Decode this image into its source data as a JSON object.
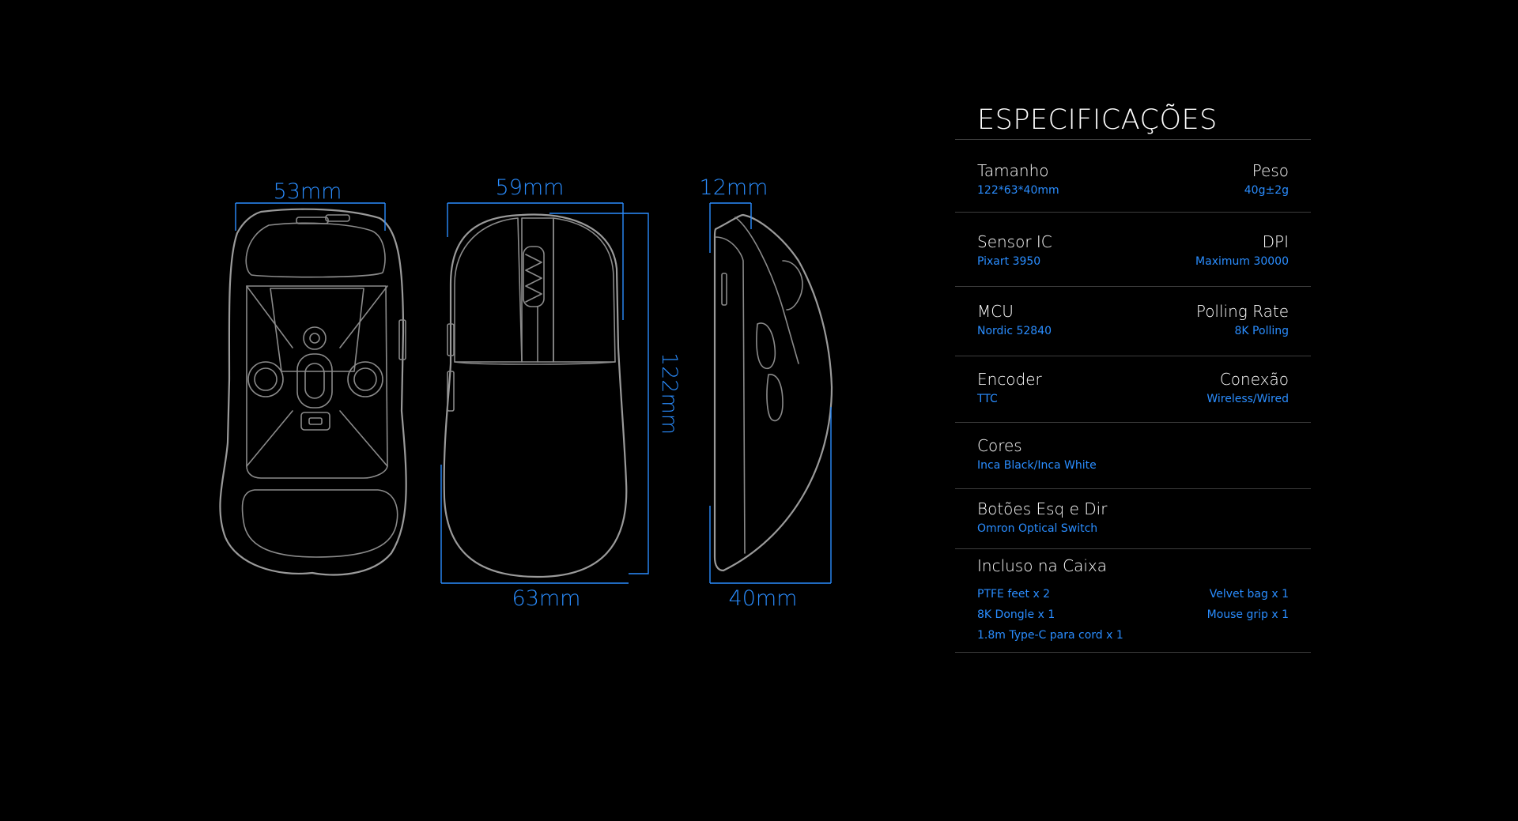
{
  "dimensions": {
    "bottom_width": "53mm",
    "top_width": "59mm",
    "top_base_width": "63mm",
    "length": "122mm",
    "side_width": "12mm",
    "height": "40mm"
  },
  "specs": {
    "title": "ESPECIFICAÇÕES",
    "rows": [
      {
        "left_label": "Tamanho",
        "left_value": "122*63*40mm",
        "right_label": "Peso",
        "right_value": "40g±2g"
      },
      {
        "left_label": "Sensor IC",
        "left_value": "Pixart 3950",
        "right_label": "DPI",
        "right_value": "Maximum 30000"
      },
      {
        "left_label": "MCU",
        "left_value": "Nordic 52840",
        "right_label": "Polling Rate",
        "right_value": "8K Polling"
      },
      {
        "left_label": "Encoder",
        "left_value": "TTC",
        "right_label": "Conexão",
        "right_value": "Wireless/Wired"
      },
      {
        "left_label": "Cores",
        "left_value": "Inca Black/Inca White"
      },
      {
        "left_label": "Botões Esq e Dir",
        "left_value": "Omron Optical Switch"
      }
    ],
    "box": {
      "label": "Incluso na Caixa",
      "left_items": [
        "PTFE feet  x 2",
        "8K Dongle x 1",
        "1.8m Type-C para cord x 1"
      ],
      "right_items": [
        "Velvet bag x 1",
        "Mouse grip x 1"
      ]
    }
  },
  "colors": {
    "accent": "#2a8dff",
    "background": "#000000",
    "text": "#ffffff"
  }
}
